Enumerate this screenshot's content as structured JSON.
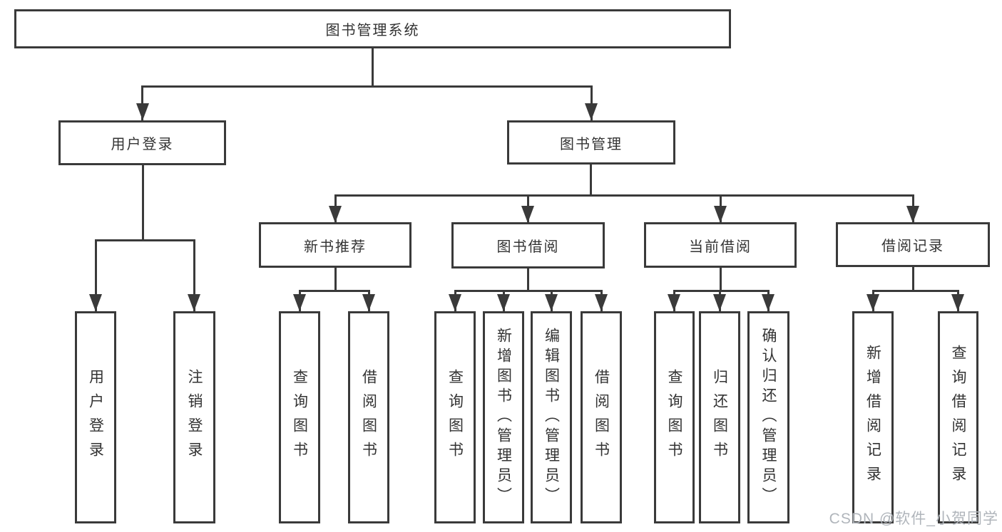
{
  "tree": {
    "label": "图书管理系统",
    "children": [
      {
        "label": "用户登录",
        "children": [
          {
            "label": "用户登录"
          },
          {
            "label": "注销登录"
          }
        ]
      },
      {
        "label": "图书管理",
        "children": [
          {
            "label": "新书推荐",
            "children": [
              {
                "label": "查询图书"
              },
              {
                "label": "借阅图书"
              }
            ]
          },
          {
            "label": "图书借阅",
            "children": [
              {
                "label": "查询图书"
              },
              {
                "label": "新增图书（管理员）"
              },
              {
                "label": "编辑图书（管理员）"
              },
              {
                "label": "借阅图书"
              }
            ]
          },
          {
            "label": "当前借阅",
            "children": [
              {
                "label": "查询图书"
              },
              {
                "label": "归还图书"
              },
              {
                "label": "确认归还（管理员）"
              }
            ]
          },
          {
            "label": "借阅记录",
            "children": [
              {
                "label": "新增借阅记录"
              },
              {
                "label": "查询借阅记录"
              }
            ]
          }
        ]
      }
    ]
  },
  "watermark": {
    "text": "CSDN @软件_小贺同学"
  },
  "colors": {
    "line": "#3a3a3a",
    "text": "#333333",
    "watermark": "#b0b5bb",
    "background": "#ffffff"
  }
}
